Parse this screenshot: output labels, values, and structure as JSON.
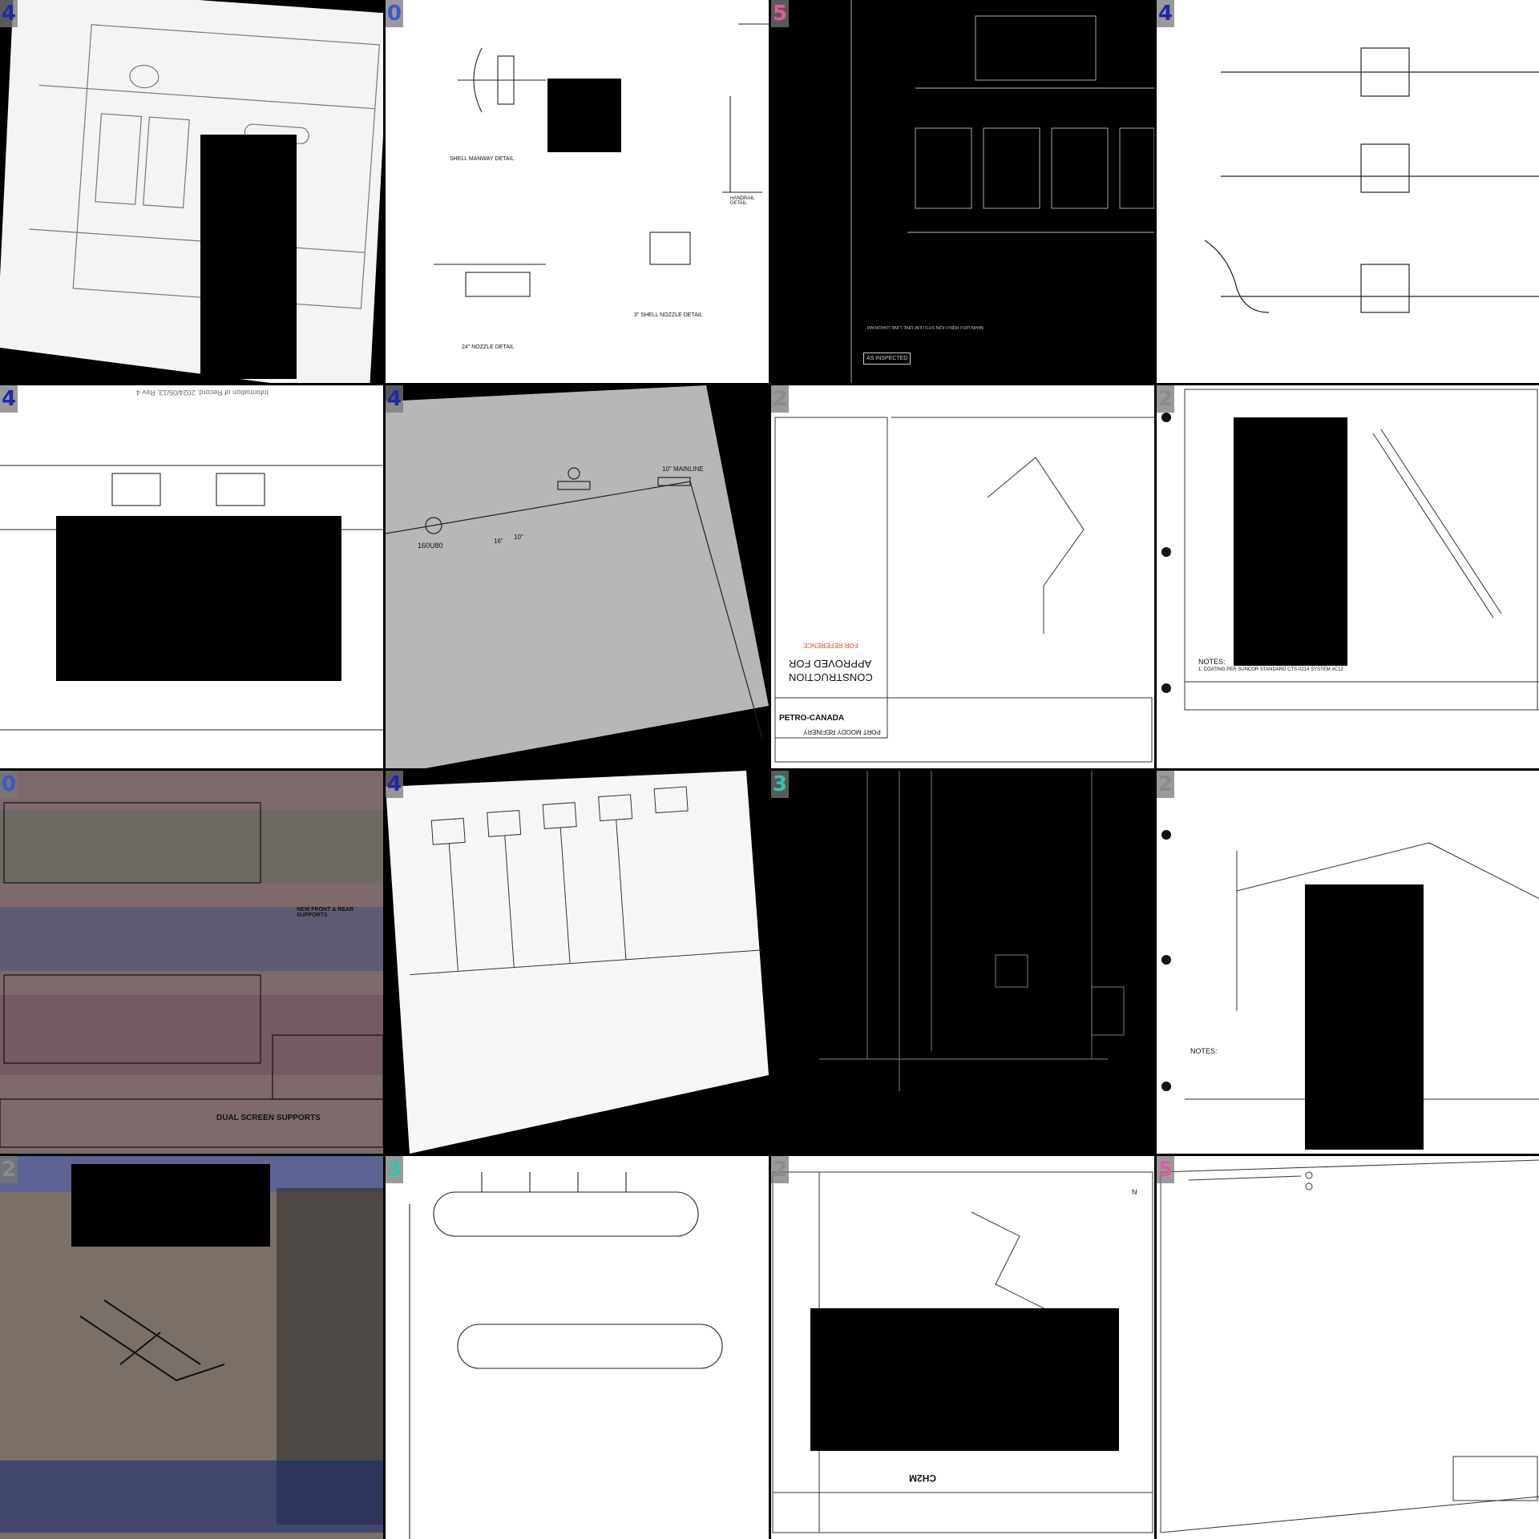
{
  "tiles": [
    {
      "badge": "4",
      "badge_color": "#1e2aa8",
      "bg": "#f4f4f4"
    },
    {
      "badge": "0",
      "badge_color": "#3b57d4",
      "bg": "#ffffff",
      "labels": {
        "a": "SHELL MANWAY DETAIL",
        "b": "24\" NOZZLE DETAIL",
        "c": "3\" SHELL NOZZLE DETAIL",
        "d": "HANDRAIL DETAIL"
      }
    },
    {
      "badge": "5",
      "badge_color": "#e25aa0",
      "bg": "#000000",
      "labels": {
        "a": "MAIN DISTRIBUTION SYSTEM ONE LINE DIAGRAM",
        "b": "AS INSPECTED"
      }
    },
    {
      "badge": "4",
      "badge_color": "#1e2aa8",
      "bg": "#ffffff"
    },
    {
      "badge": "4",
      "badge_color": "#1e2aa8",
      "bg": "#ffffff",
      "labels": {
        "a": "Information of Record, 2024/05/13, Rev 4"
      }
    },
    {
      "badge": "4",
      "badge_color": "#1e2aa8",
      "bg": "#b7b7b7",
      "labels": {
        "a": "160U80",
        "b": "16\"",
        "c": "10\"",
        "d": "10\" MAINLINE"
      }
    },
    {
      "badge": "2",
      "badge_color": "#8a8a8a",
      "bg": "#ffffff",
      "labels": {
        "a": "FOR REFERENCE",
        "b": "APPROVED FOR",
        "c": "CONSTRUCTION",
        "d": "PETRO-CANADA",
        "e": "PORT MOODY REFINERY"
      }
    },
    {
      "badge": "2",
      "badge_color": "#8a8a8a",
      "bg": "#ffffff",
      "labels": {
        "a": "NOTES:",
        "b": "1. COATING PER SUNCOR STANDARD CTS-0214 SYSTEM #C12"
      }
    },
    {
      "badge": "0",
      "badge_color": "#3b57d4",
      "bg": "#8a6d6d",
      "labels": {
        "a": "NEW FRONT & REAR SUPPORTS",
        "b": "DUAL SCREEN SUPPORTS"
      }
    },
    {
      "badge": "4",
      "badge_color": "#1e2aa8",
      "bg": "#ffffff"
    },
    {
      "badge": "3",
      "badge_color": "#2ec7a8",
      "bg": "#000000"
    },
    {
      "badge": "2",
      "badge_color": "#8a8a8a",
      "bg": "#ffffff",
      "labels": {
        "a": "NOTES:"
      }
    },
    {
      "badge": "2",
      "badge_color": "#8a8a8a",
      "bg": "#7a7068"
    },
    {
      "badge": "3",
      "badge_color": "#2ec7a8",
      "bg": "#ffffff"
    },
    {
      "badge": "2",
      "badge_color": "#8a8a8a",
      "bg": "#ffffff",
      "labels": {
        "a": "CH2M",
        "b": "N"
      }
    },
    {
      "badge": "5",
      "badge_color": "#e25aa0",
      "bg": "#ffffff"
    }
  ]
}
